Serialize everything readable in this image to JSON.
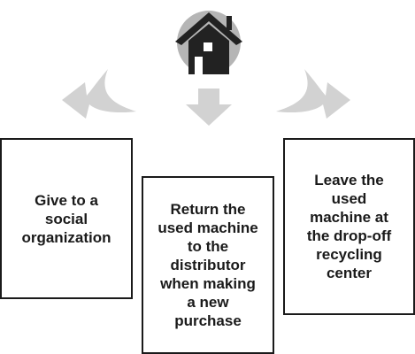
{
  "colors": {
    "arrow": "#d2d2d2",
    "circle": "#b5b5b5",
    "house": "#222222",
    "box_border": "#1a1a1a"
  },
  "icons": {
    "home": "house-icon",
    "left": "curved-arrow-left-icon",
    "down": "down-arrow-icon",
    "right": "curved-arrow-right-icon"
  },
  "options": [
    {
      "label": "Give to a\nsocial\norganization"
    },
    {
      "label": "Return the\nused machine\nto the\ndistributor\nwhen making\na new\npurchase"
    },
    {
      "label": "Leave the\nused\nmachine at\nthe drop-off\nrecycling\ncenter"
    }
  ]
}
